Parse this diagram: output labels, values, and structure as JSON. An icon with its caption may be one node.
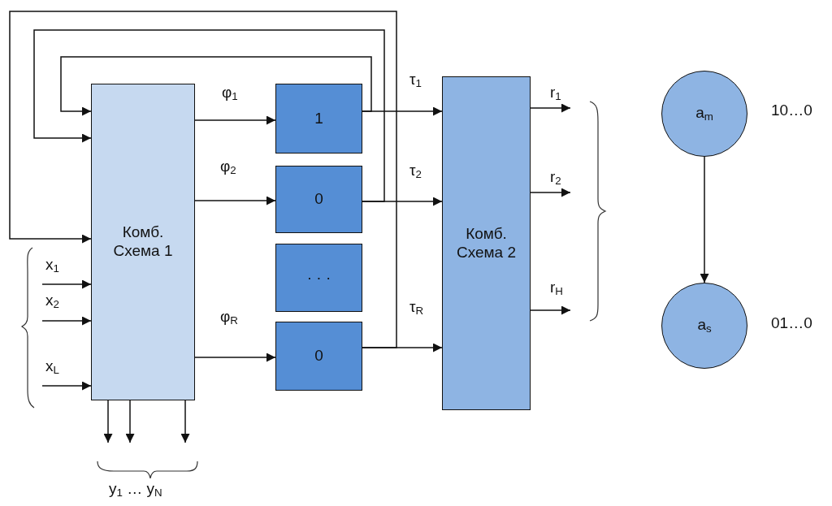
{
  "diagram": {
    "nodes": [
      {
        "text": [
          "Комб. Схема 1"
        ]
      },
      {
        "text": [
          "1"
        ]
      },
      {
        "text": [
          "0"
        ]
      },
      {
        "text": [
          "· · ·"
        ]
      },
      {
        "text": [
          "0"
        ]
      },
      {
        "text": [
          "Комб. Схема 2"
        ]
      },
      {
        "text": [
          "a$_{m}$"
        ],
        "beside": [
          "10…0"
        ]
      },
      {
        "text": [
          "a$_{s}$"
        ],
        "beside": [
          "01…0"
        ]
      }
    ],
    "edges": [
      {
        "from": null,
        "to": 0,
        "arrow": "to",
        "label": "x$_{1}$"
      },
      {
        "from": null,
        "to": 0,
        "arrow": "to",
        "label": "x$_{2}$"
      },
      {
        "from": null,
        "to": 0,
        "arrow": "to",
        "label": "x$_{L}$"
      },
      {
        "from": 0,
        "to": 1,
        "arrow": "to",
        "label": "φ$_{1}$"
      },
      {
        "from": 0,
        "to": 2,
        "arrow": "to",
        "label": "φ$_{2}$"
      },
      {
        "from": 0,
        "to": 4,
        "arrow": "to",
        "label": "φ$_{R}$"
      },
      {
        "from": 1,
        "to": 5,
        "arrow": "to",
        "label": "τ$_{1}$"
      },
      {
        "from": 2,
        "to": 5,
        "arrow": "to",
        "label": "τ$_{2}$"
      },
      {
        "from": 4,
        "to": 5,
        "arrow": "to",
        "label": "τ$_{R}$"
      },
      {
        "from": 1,
        "to": 0,
        "arrow": "to"
      },
      {
        "from": 2,
        "to": 0,
        "arrow": "to"
      },
      {
        "from": 4,
        "to": 0,
        "arrow": "to"
      },
      {
        "from": 0,
        "to": null,
        "arrow": "to"
      },
      {
        "from": 0,
        "to": null,
        "arrow": "to"
      },
      {
        "from": 0,
        "to": null,
        "arrow": "to"
      },
      {
        "from": 5,
        "to": null,
        "arrow": "to",
        "label": "r$_{1}$"
      },
      {
        "from": 5,
        "to": null,
        "arrow": "to",
        "label": "r$_{2}$"
      },
      {
        "from": 5,
        "to": null,
        "arrow": "to",
        "label": "r$_{H}$"
      },
      {
        "from": 6,
        "to": 7,
        "arrow": "to"
      }
    ],
    "labels": [
      "y$_{1}$ … y$_{N}$"
    ]
  }
}
